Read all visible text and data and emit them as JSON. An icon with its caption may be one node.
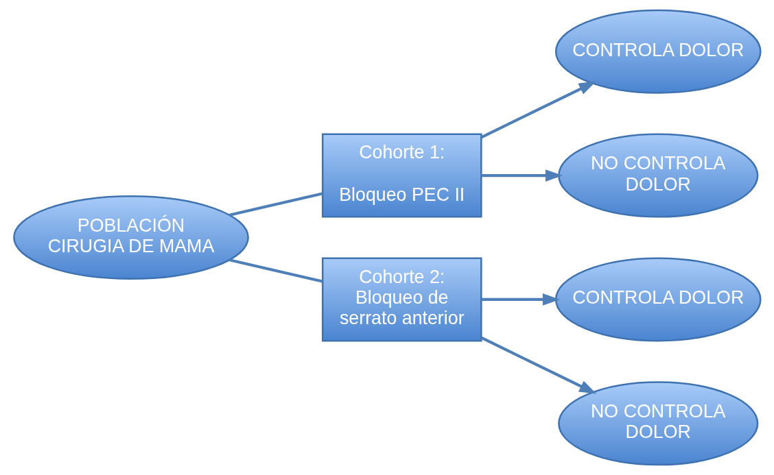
{
  "diagram": {
    "nodes": [
      {
        "text": [
          "POBLACIÓN CIRUGIA DE MAMA"
        ]
      },
      {
        "text": [
          "Cohorte 1:",
          "Bloqueo PEC II"
        ]
      },
      {
        "text": [
          "Cohorte 2: Bloqueo de serrato anterior"
        ]
      },
      {
        "text": [
          "CONTROLA DOLOR"
        ]
      },
      {
        "text": [
          "NO CONTROLA DOLOR"
        ]
      },
      {
        "text": [
          "CONTROLA DOLOR"
        ]
      },
      {
        "text": [
          "NO CONTROLA DOLOR"
        ]
      }
    ],
    "edges": [
      {
        "from": 0,
        "to": 1,
        "arrow": "none"
      },
      {
        "from": 0,
        "to": 2,
        "arrow": "none"
      },
      {
        "from": 1,
        "to": 3,
        "arrow": "to"
      },
      {
        "from": 1,
        "to": 4,
        "arrow": "to"
      },
      {
        "from": 2,
        "to": 5,
        "arrow": "to"
      },
      {
        "from": 2,
        "to": 6,
        "arrow": "to"
      }
    ]
  }
}
